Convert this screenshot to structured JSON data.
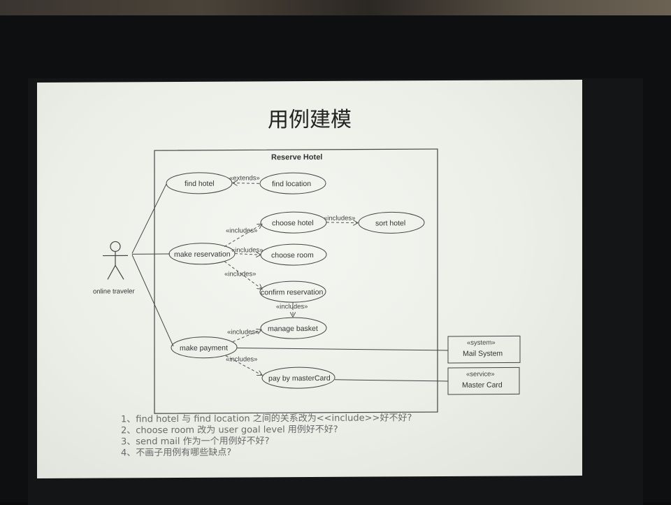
{
  "slide": {
    "title": "用例建模"
  },
  "diagram": {
    "system_boundary_label": "Reserve Hotel",
    "actor": {
      "label": "online traveler"
    },
    "use_cases": {
      "find_hotel": "find hotel",
      "find_location": "find location",
      "make_reservation": "make reservation",
      "choose_hotel": "choose hotel",
      "sort_hotel": "sort hotel",
      "choose_room": "choose room",
      "confirm_reservation": "confirm reservation",
      "manage_basket": "manage basket",
      "make_payment": "make payment",
      "pay_by_mastercard": "pay by masterCard"
    },
    "relations": {
      "extends": "«extends»",
      "includes": "«includes»"
    },
    "external_systems": {
      "mail": {
        "stereotype": "«system»",
        "name": "Mail System"
      },
      "master_card": {
        "stereotype": "«service»",
        "name": "Master Card"
      }
    }
  },
  "questions": [
    "1、find hotel 与 find location 之间的关系改为<<include>>好不好?",
    "2、choose room 改为 user goal level 用例好不好?",
    "3、send mail 作为一个用例好不好?",
    "4、不画子用例有哪些缺点?"
  ]
}
